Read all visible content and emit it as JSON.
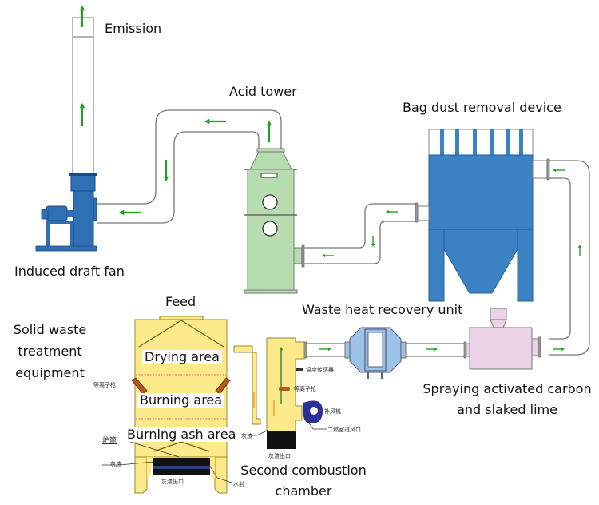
{
  "title": "Solid waste incineration flue gas treatment process",
  "colors": {
    "arrow": "#1fa01f",
    "arrow_orange": "#f0a020",
    "pipe_stroke": "#777777",
    "fan_blue": "#2f6fb4",
    "bag_blue": "#3b82c4",
    "acid_green": "#b6dcb0",
    "incinerator_yellow": "#fbe98a",
    "heat_exchanger_blue": "#9cc3e6",
    "spray_pink": "#ecd2e6",
    "blower_navy": "#2a2f9a",
    "ash_black": "#111111",
    "burner_brown": "#b5561c",
    "dashed_red": "#f08080"
  },
  "labels": {
    "emission": "Emission",
    "acid_tower": "Acid tower",
    "bag_dust": "Bag dust removal device",
    "induced_fan": "Induced draft fan",
    "feed": "Feed",
    "waste_heat": "Waste heat recovery unit",
    "solid_waste": [
      "Solid waste",
      "treatment",
      "equipment"
    ],
    "spraying": [
      "Spraying activated carbon",
      "and slaked lime"
    ],
    "second_combustion": [
      "Second combustion",
      "chamber"
    ]
  },
  "zones": {
    "drying": "Drying area",
    "burning": "Burning area",
    "burning_ash": "Burning ash area"
  },
  "annotations_cn": {
    "plasma_torch_left": "等离子枪",
    "grate": "炉篦",
    "ash_slag_left": "灰渣",
    "ash_outlet_main": "灰渣出口",
    "water_jacket": "水射",
    "temperature_sensor": "温度传感器",
    "plasma_torch_chamber": "等离子枪",
    "supplement_fan": "补风机",
    "secondary_air_inlet": "二燃室进风口",
    "ash_slag_chamber": "灰渣",
    "ash_outlet_chamber": "灰渣出口"
  },
  "flow_sequence": [
    "Solid waste treatment equipment",
    "Second combustion chamber",
    "Waste heat recovery unit",
    "Spraying activated carbon and slaked lime",
    "Bag dust removal device",
    "Acid tower",
    "Induced draft fan",
    "Emission"
  ]
}
